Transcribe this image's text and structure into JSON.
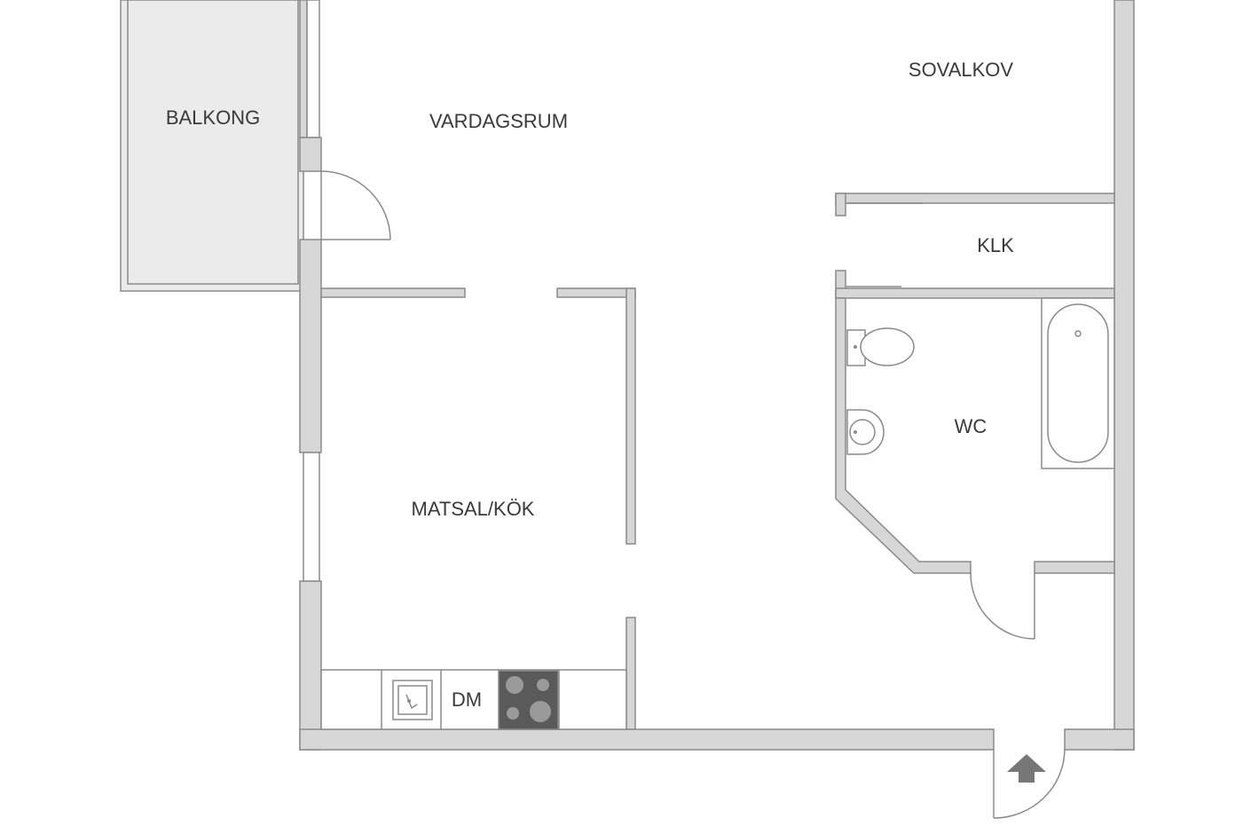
{
  "rooms": {
    "balcony": "BALKONG",
    "living_room": "VARDAGSRUM",
    "bedroom_alcove": "SOVALKOV",
    "closet": "KLK",
    "bathroom": "WC",
    "dining_kitchen": "MATSAL/KÖK",
    "dishwasher": "DM"
  },
  "colors": {
    "wall_fill": "#d7d7d7",
    "wall_stroke": "#8a8a8a",
    "balcony_fill": "#ebebeb",
    "stove_fill": "#5a5a5a",
    "label_color": "#3a3a3a"
  }
}
